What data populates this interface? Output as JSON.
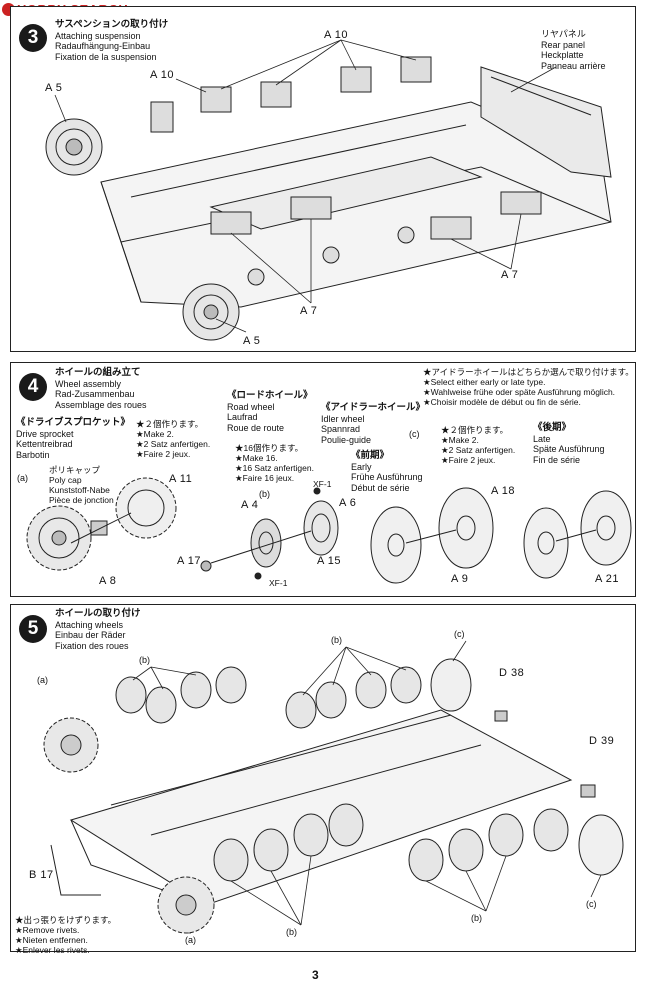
{
  "watermark": "HOBBY SEARCH",
  "step3": {
    "number": "3",
    "title_jp": "サスペンションの取り付け",
    "title_en": "Attaching suspension",
    "title_de": "Radaufhängung-Einbau",
    "title_fr": "Fixation de la suspension",
    "rear_panel_jp": "リヤパネル",
    "rear_panel_en": "Rear panel",
    "rear_panel_de": "Heckplatte",
    "rear_panel_fr": "Panneau arrière",
    "parts": {
      "a10_top": "A 10",
      "a10_left": "A 10",
      "a5_left": "A 5",
      "a5_bottom": "A 5",
      "a7_mid": "A 7",
      "a7_right": "A 7"
    }
  },
  "step4": {
    "number": "4",
    "title_jp": "ホイールの組み立て",
    "title_en": "Wheel assembly",
    "title_de": "Rad-Zusammenbau",
    "title_fr": "Assemblage des roues",
    "note_jp": "★アイドラーホイールはどちらか選んで取り付けます。",
    "note_en": "★Select either early or late type.",
    "note_de": "★Wahlweise frühe oder späte Ausführung möglich.",
    "note_fr": "★Choisir modèle de début ou fin de série.",
    "sprocket_jp": "《ドライブスプロケット》",
    "sprocket_en": "Drive sprocket",
    "sprocket_de": "Kettentreibrad",
    "sprocket_fr": "Barbotin",
    "make2_a_jp": "★２個作ります。",
    "make2_a_en": "★Make 2.",
    "make2_a_de": "★2 Satz anfertigen.",
    "make2_a_fr": "★Faire 2 jeux.",
    "polycap_jp": "ポリキャップ",
    "polycap_en": "Poly cap",
    "polycap_de": "Kunststoff-Nabe",
    "polycap_fr": "Pièce de jonction",
    "roadwheel_jp": "《ロードホイール》",
    "roadwheel_en": "Road wheel",
    "roadwheel_de": "Laufrad",
    "roadwheel_fr": "Roue de route",
    "make16_jp": "★16個作ります。",
    "make16_en": "★Make 16.",
    "make16_de": "★16 Satz anfertigen.",
    "make16_fr": "★Faire 16 jeux.",
    "idler_jp": "《アイドラーホイール》",
    "idler_en": "Idler wheel",
    "idler_de": "Spannrad",
    "idler_fr": "Poulie-guide",
    "early_jp": "《前期》",
    "early_en": "Early",
    "early_de": "Frühe Ausführung",
    "early_fr": "Début de série",
    "make2_c_jp": "★２個作ります。",
    "make2_c_en": "★Make 2.",
    "make2_c_de": "★2 Satz anfertigen.",
    "make2_c_fr": "★Faire 2 jeux.",
    "late_jp": "《後期》",
    "late_en": "Late",
    "late_de": "Späte Ausführung",
    "late_fr": "Fin de série",
    "tag_a": "(a)",
    "tag_b": "(b)",
    "tag_c": "(c)",
    "parts": {
      "a11": "A 11",
      "a8": "A 8",
      "a4": "A 4",
      "a17": "A 17",
      "a15": "A 15",
      "xf1_top": "XF-1",
      "xf1_bottom": "XF-1",
      "a6": "A 6",
      "a9": "A 9",
      "a18": "A 18",
      "a21": "A 21"
    }
  },
  "step5": {
    "number": "5",
    "title_jp": "ホイールの取り付け",
    "title_en": "Attaching wheels",
    "title_de": "Einbau der Räder",
    "title_fr": "Fixation des roues",
    "rivet_jp": "★出っ張りをけずります。",
    "rivet_en": "★Remove rivets.",
    "rivet_de": "★Nieten entfernen.",
    "rivet_fr": "★Enlever les rivets.",
    "tags": {
      "a_top": "(a)",
      "a_bottom": "(a)",
      "b_topleft": "(b)",
      "b_topmid": "(b)",
      "b_bottom_mid": "(b)",
      "b_bottom_right": "(b)",
      "c_top": "(c)",
      "c_bottom": "(c)"
    },
    "parts": {
      "d38": "D 38",
      "d39": "D 39",
      "b17": "B 17"
    }
  },
  "page_number": "3"
}
